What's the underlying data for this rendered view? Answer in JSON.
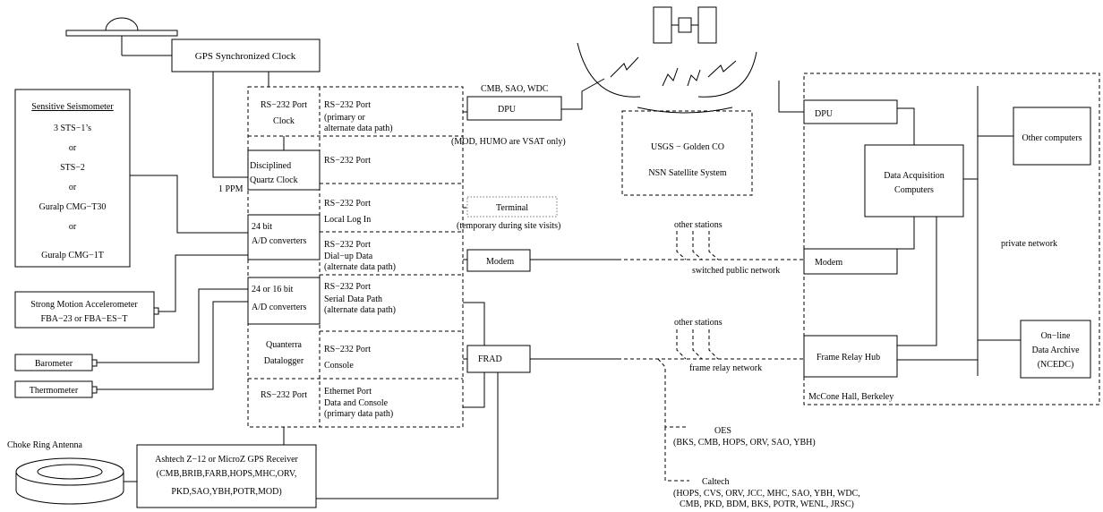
{
  "labels": {
    "gps_clock": "GPS Synchronized Clock",
    "sensitive_title": "Sensitive Seismometer",
    "sts1": "3 STS−1’s",
    "or1": "or",
    "sts2": "STS−2",
    "or2": "or",
    "guralp_t30": "Guralp CMG−T30",
    "or3": "or",
    "guralp_1t": "Guralp CMG−1T",
    "strong_motion_1": "Strong Motion Accelerometer",
    "strong_motion_2": "FBA−23 or   FBA−ES−T",
    "barometer": "Barometer",
    "thermometer": "Thermometer",
    "choke_ring": "Choke Ring Antenna",
    "ashtech_1": "Ashtech Z−12 or MicroZ GPS Receiver",
    "ashtech_2": "(CMB,BRIB,FARB,HOPS,MHC,ORV,",
    "ashtech_3": "PKD,SAO,YBH,POTR,MOD)",
    "port_clock_1": "RS−232 Port",
    "port_clock_2": "Clock",
    "dq_1": "Disciplined",
    "dq_2": "Quartz Clock",
    "one_ppm": "1 PPM",
    "ad24_1": "24 bit",
    "ad24_2": "A/D converters",
    "ad2416_1": "24 or 16 bit",
    "ad2416_2": "A/D converters",
    "quanterra_1": "Quanterra",
    "quanterra_2": "Datalogger",
    "rs232_left": "RS−232 Port",
    "p1_1": "RS−232 Port",
    "p1_2": "(primary or",
    "p1_3": "alternate data path)",
    "p2_1": "RS−232 Port",
    "p3_1": "RS−232 Port",
    "p3_2": "Local Log In",
    "p4_1": "RS−232 Port",
    "p4_2": "Dial−up Data",
    "p4_3": "(alternate data path)",
    "p5_1": "RS−232 Port",
    "p5_2": "Serial Data Path",
    "p5_3": "(alternate data path)",
    "p6_1": "RS−232 Port",
    "p6_2": "Console",
    "p7_1": "Ethernet Port",
    "p7_2": "Data and Console",
    "p7_3": "(primary data path)",
    "stations_top": "CMB, SAO, WDC",
    "dpu": "DPU",
    "vsat_note": "(MOD, HUMO are VSAT only)",
    "terminal": "Terminal",
    "terminal_note": "(temporary during site visits)",
    "modem": "Modem",
    "frad": "FRAD",
    "usgs_1": "USGS − Golden CO",
    "usgs_2": "NSN Satellite System",
    "other_stations_1": "other stations",
    "switched": "switched public network",
    "other_stations_2": "other stations",
    "frame_relay_net": "frame relay network",
    "dpu_right": "DPU",
    "data_acq_1": "Data Acquisition",
    "data_acq_2": "Computers",
    "modem_right": "Modem",
    "frame_hub": "Frame Relay Hub",
    "mccone": "McCone Hall, Berkeley",
    "private_net": "private network",
    "other_computers": "Other computers",
    "archive_1": "On−line",
    "archive_2": "Data Archive",
    "archive_3": "(NCEDC)",
    "oes": "OES",
    "oes_list": "(BKS, CMB, HOPS,   ORV, SAO, YBH)",
    "caltech": "Caltech",
    "caltech_list_1": "(HOPS, CVS, ORV, JCC,  MHC, SAO, YBH, WDC,",
    "caltech_list_2": "CMB, PKD, BDM, BKS,   POTR, WENL, JRSC)"
  }
}
